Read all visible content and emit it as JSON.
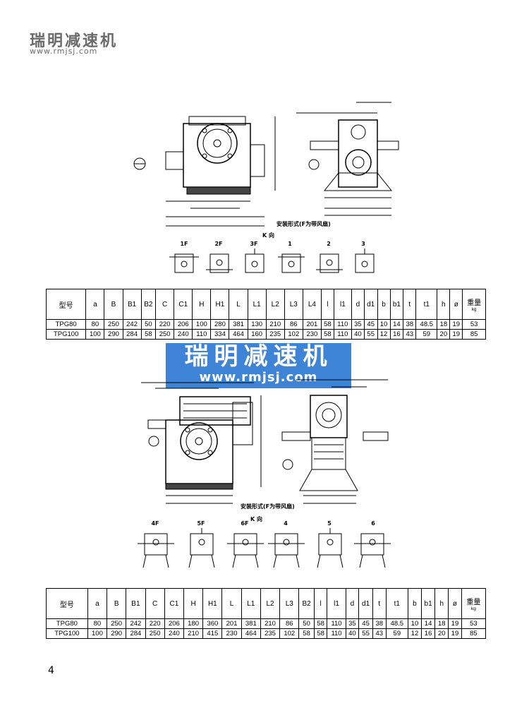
{
  "header": {
    "brand": "瑞明减速机",
    "website": "www.rmjsj.com"
  },
  "section1": {
    "mount_caption": "安装形式(F为带风扇)",
    "k_view": "K 向",
    "variants": [
      "1F",
      "2F",
      "3F",
      "1",
      "2",
      "3"
    ],
    "table": {
      "headers": [
        "型号",
        "a",
        "B",
        "B1",
        "B2",
        "C",
        "C1",
        "H",
        "H1",
        "L",
        "L1",
        "L2",
        "L3",
        "L4",
        "l",
        "l1",
        "d",
        "d1",
        "b",
        "b1",
        "t",
        "t1",
        "h",
        "ø",
        "重量"
      ],
      "weight_unit": "kg",
      "rows": [
        [
          "TPG80",
          "80",
          "250",
          "242",
          "50",
          "220",
          "206",
          "100",
          "280",
          "381",
          "130",
          "210",
          "86",
          "201",
          "58",
          "110",
          "35",
          "45",
          "10",
          "14",
          "38",
          "48.5",
          "18",
          "19",
          "53"
        ],
        [
          "TPG100",
          "100",
          "290",
          "284",
          "58",
          "250",
          "240",
          "110",
          "334",
          "464",
          "160",
          "235",
          "102",
          "230",
          "58",
          "110",
          "40",
          "55",
          "12",
          "16",
          "43",
          "59",
          "20",
          "19",
          "85"
        ]
      ]
    }
  },
  "section2": {
    "mount_caption": "安装形式(F为带风扇)",
    "k_view": "K 向",
    "variants": [
      "4F",
      "5F",
      "6F",
      "4",
      "5",
      "6"
    ],
    "table": {
      "headers": [
        "型号",
        "a",
        "B",
        "B1",
        "C",
        "C1",
        "H",
        "H1",
        "L",
        "L1",
        "L2",
        "L3",
        "B2",
        "l",
        "l1",
        "d",
        "d1",
        "t",
        "t1",
        "b",
        "b1",
        "h",
        "ø",
        "重量"
      ],
      "weight_unit": "kg",
      "rows": [
        [
          "TPG80",
          "80",
          "250",
          "242",
          "220",
          "206",
          "180",
          "360",
          "201",
          "381",
          "210",
          "86",
          "50",
          "58",
          "110",
          "35",
          "45",
          "38",
          "48.5",
          "10",
          "14",
          "18",
          "19",
          "53"
        ],
        [
          "TPG100",
          "100",
          "290",
          "284",
          "250",
          "240",
          "210",
          "415",
          "230",
          "464",
          "235",
          "102",
          "58",
          "58",
          "110",
          "40",
          "55",
          "43",
          "59",
          "12",
          "16",
          "20",
          "19",
          "85"
        ]
      ]
    }
  },
  "watermark": {
    "title": "瑞明减速机",
    "url": "www.rmjsj.com"
  },
  "page_number": "4"
}
